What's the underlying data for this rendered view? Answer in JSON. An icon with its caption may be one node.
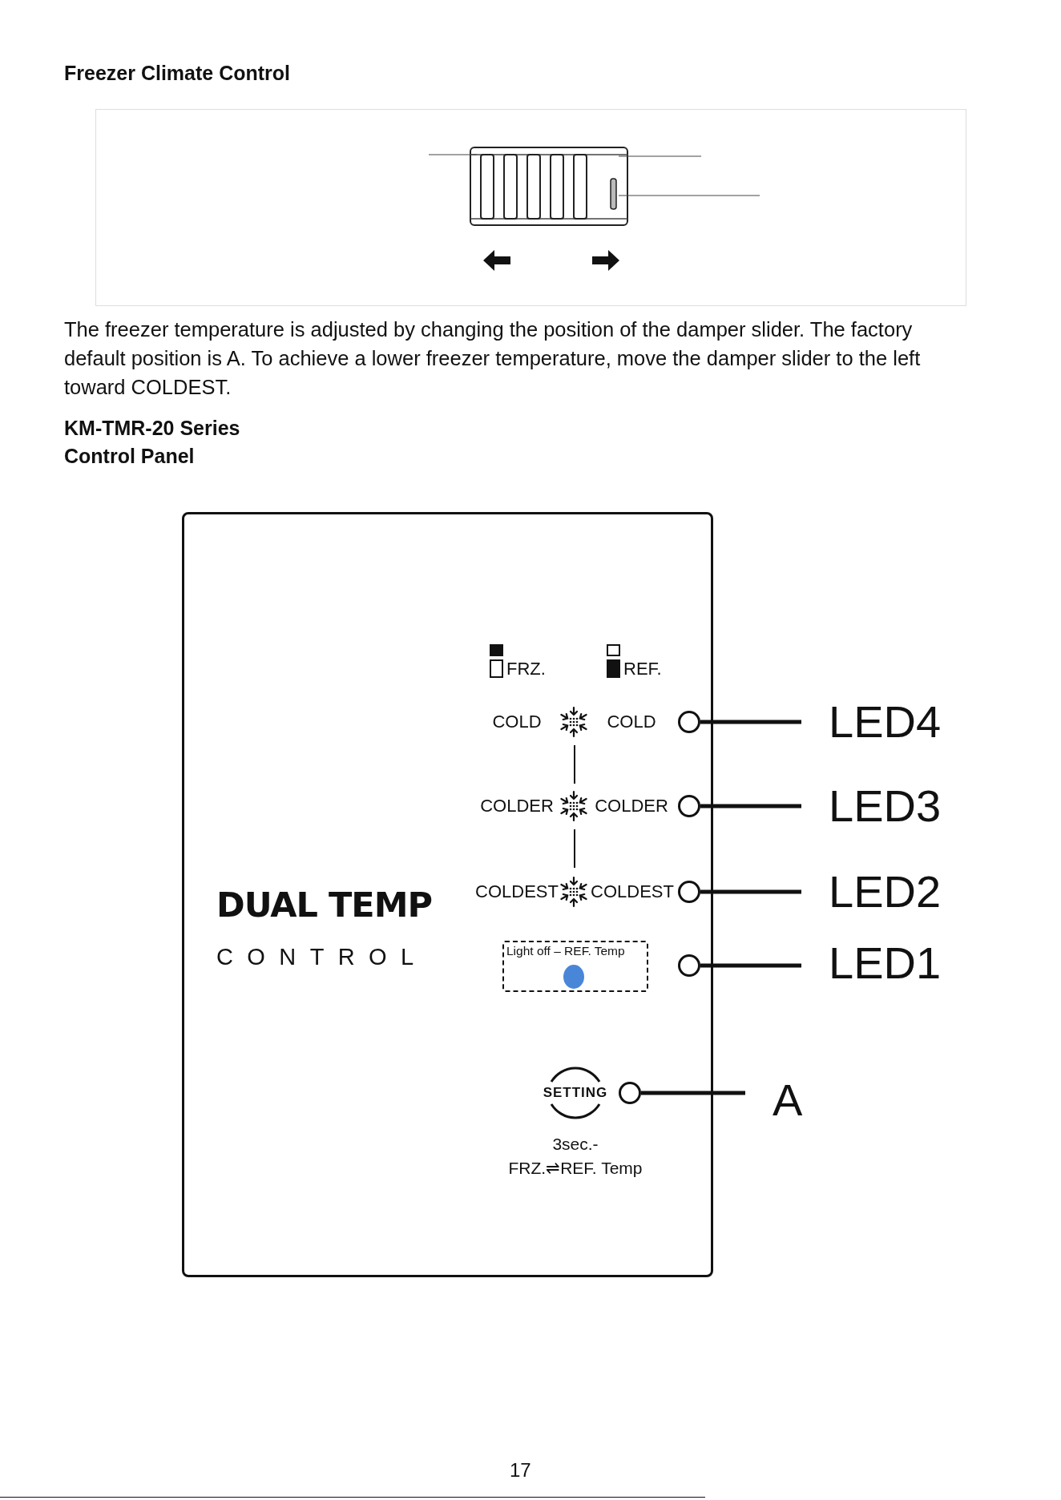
{
  "diagram": {
    "title": "Freezer Climate Control",
    "nodes": [
      {
        "text": [
          "DUAL TEMP",
          "CONTROL"
        ]
      },
      {
        "text": [
          "Light off – REF. Temp"
        ],
        "in": 0
      },
      {
        "text": [
          "SETTING"
        ],
        "beside": [
          "3sec.- FRZ.⇌REF. Temp"
        ],
        "in": 0
      },
      {
        "text": [],
        "shape": "circle",
        "in": 0
      },
      {
        "text": [],
        "shape": "circle",
        "in": 0
      },
      {
        "text": [],
        "shape": "circle",
        "in": 0
      },
      {
        "text": [],
        "shape": "circle",
        "in": 0
      },
      {
        "text": [],
        "shape": "circle",
        "in": 0
      },
      {
        "text": [
          "LED4"
        ]
      },
      {
        "text": [
          "LED3"
        ]
      },
      {
        "text": [
          "LED2"
        ]
      },
      {
        "text": [
          "LED1"
        ]
      },
      {
        "text": [
          "A"
        ]
      }
    ],
    "edges": [
      {
        "from": 3,
        "to": 8,
        "arrow": "none"
      },
      {
        "from": 4,
        "to": 9,
        "arrow": "none"
      },
      {
        "from": 5,
        "to": 10,
        "arrow": "none"
      },
      {
        "from": 6,
        "to": 11,
        "arrow": "none"
      },
      {
        "from": 7,
        "to": 12,
        "arrow": "none"
      }
    ],
    "labels": [
      "The freezer temperature is adjusted by changing the position of the damper slider. The factory default position is A. To achieve a lower freezer temperature, move the damper slider to the left toward COLDEST.",
      "KM-TMR-20 Series Control Panel",
      "FRZ.",
      "REF.",
      "COLD",
      "COLD",
      "COLDER",
      "COLDER",
      "COLDEST",
      "COLDEST",
      "17"
    ]
  }
}
